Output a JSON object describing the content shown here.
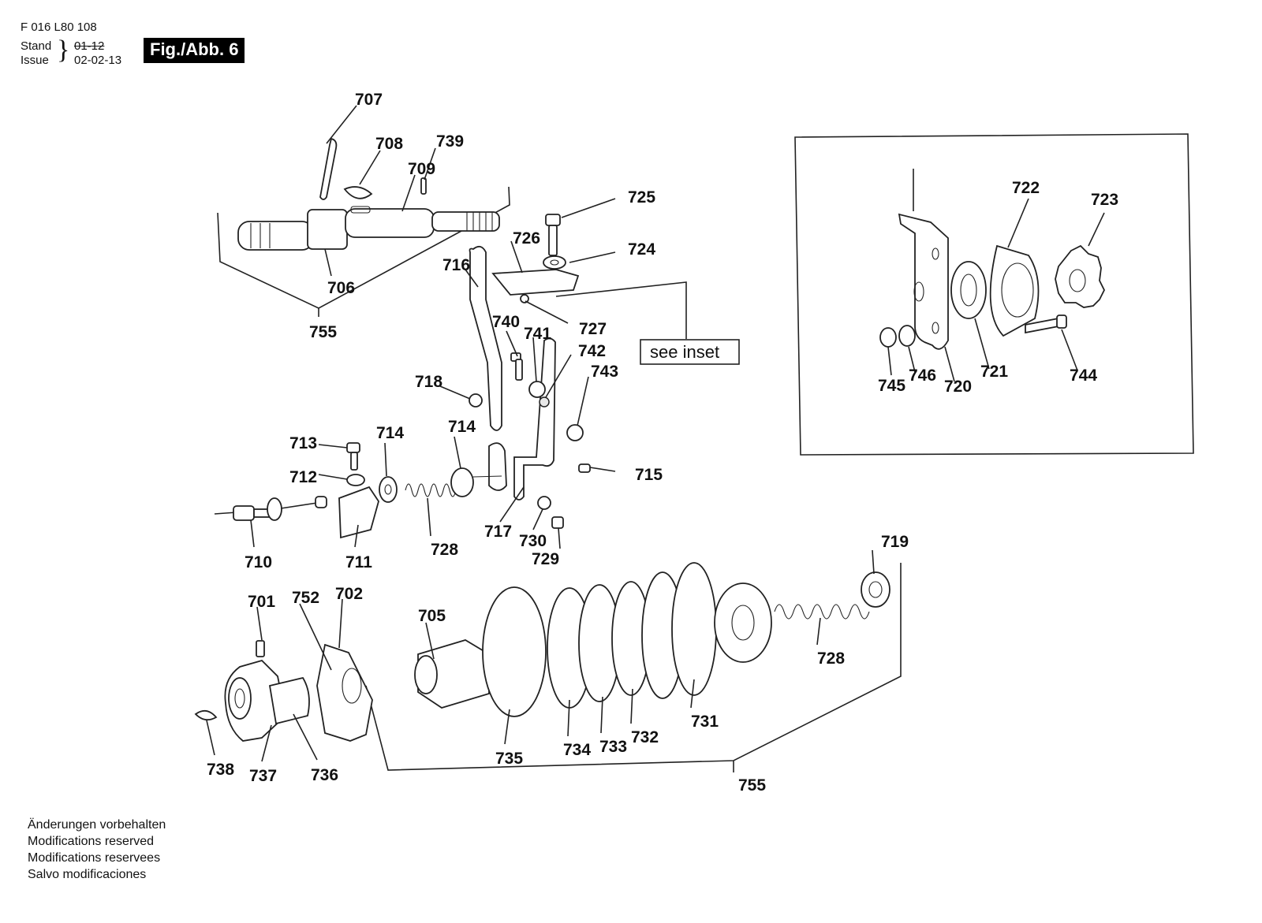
{
  "header": {
    "doc_number": "F 016 L80 108",
    "stand_label": "Stand",
    "issue_label": "Issue",
    "brace": "}",
    "old_date_struck": "01-12",
    "issue_date": "02-02-13",
    "figure_badge": "Fig./Abb. 6"
  },
  "inset": {
    "note": "see inset"
  },
  "part_numbers": {
    "p707": "707",
    "p708": "708",
    "p739": "739",
    "p709": "709",
    "p706": "706",
    "p755a": "755",
    "p725": "725",
    "p726": "726",
    "p724": "724",
    "p716": "716",
    "p727": "727",
    "p740": "740",
    "p741": "741",
    "p742": "742",
    "p743": "743",
    "p718": "718",
    "p713": "713",
    "p714a": "714",
    "p714b": "714",
    "p712": "712",
    "p715": "715",
    "p710": "710",
    "p711": "711",
    "p728a": "728",
    "p717": "717",
    "p730": "730",
    "p729": "729",
    "p719": "719",
    "p701": "701",
    "p752": "752",
    "p702": "702",
    "p705": "705",
    "p728b": "728",
    "p731": "731",
    "p732": "732",
    "p733": "733",
    "p734": "734",
    "p735": "735",
    "p738": "738",
    "p737": "737",
    "p736": "736",
    "p755b": "755",
    "p722": "722",
    "p723": "723",
    "p745": "745",
    "p746": "746",
    "p720": "720",
    "p721": "721",
    "p744": "744"
  },
  "footer": {
    "line1": "Änderungen vorbehalten",
    "line2": "Modifications reserved",
    "line3": "Modifications reservees",
    "line4": "Salvo modificaciones"
  }
}
